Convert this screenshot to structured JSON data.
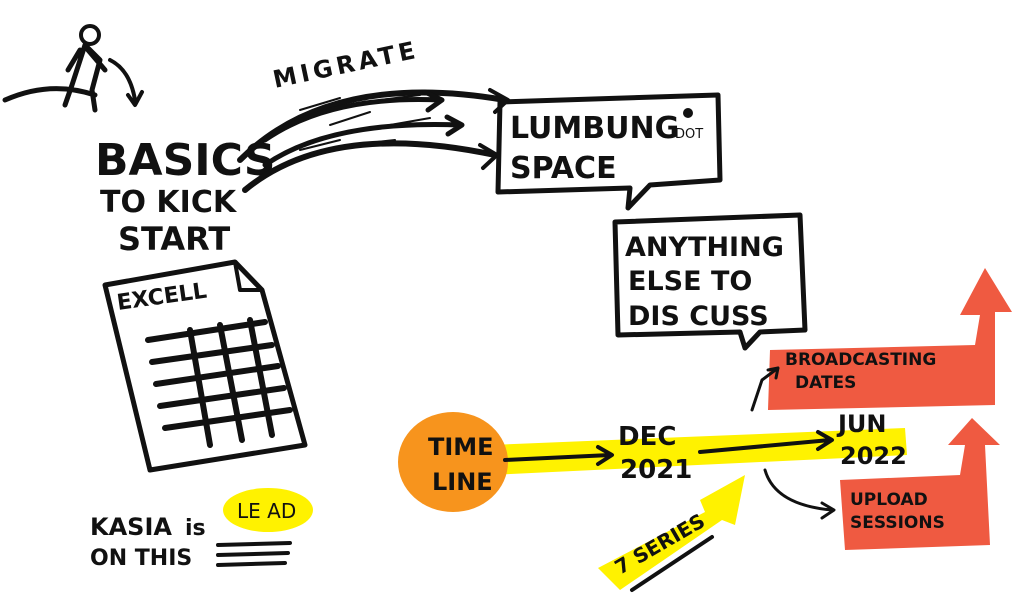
{
  "title_block": {
    "line1": "BASICS",
    "line2": "TO KICK",
    "line3": "START"
  },
  "migrate_label": "MIGRATE",
  "lumbung_bubble": {
    "line1": "LUMBUNG",
    "line2": "SPACE",
    "dot_label": "DOT"
  },
  "excel_sheet": {
    "label": "EXCELL"
  },
  "discuss_bubble": {
    "line1": "ANYTHING",
    "line2": "ELSE TO",
    "line3": "DIS CUSS"
  },
  "timeline": {
    "circle_line1": "TIME",
    "circle_line2": "LINE",
    "dec_line1": "DEC",
    "dec_line2": "2021",
    "jun_line1": "JUN",
    "jun_line2": "2022",
    "series_label": "7 SERIES"
  },
  "broadcasting": {
    "line1": "BROADCASTING",
    "line2": "DATES"
  },
  "upload": {
    "line1": "UPLOAD",
    "line2": "SESSIONS"
  },
  "lead_note": {
    "line1_a": "KASIA",
    "line1_b": "is",
    "lead": "LE AD",
    "line2": "ON THIS"
  },
  "colors": {
    "orange": "#f7941d",
    "yellow": "#fff200",
    "red": "#ef5a41",
    "ink": "#111111"
  }
}
